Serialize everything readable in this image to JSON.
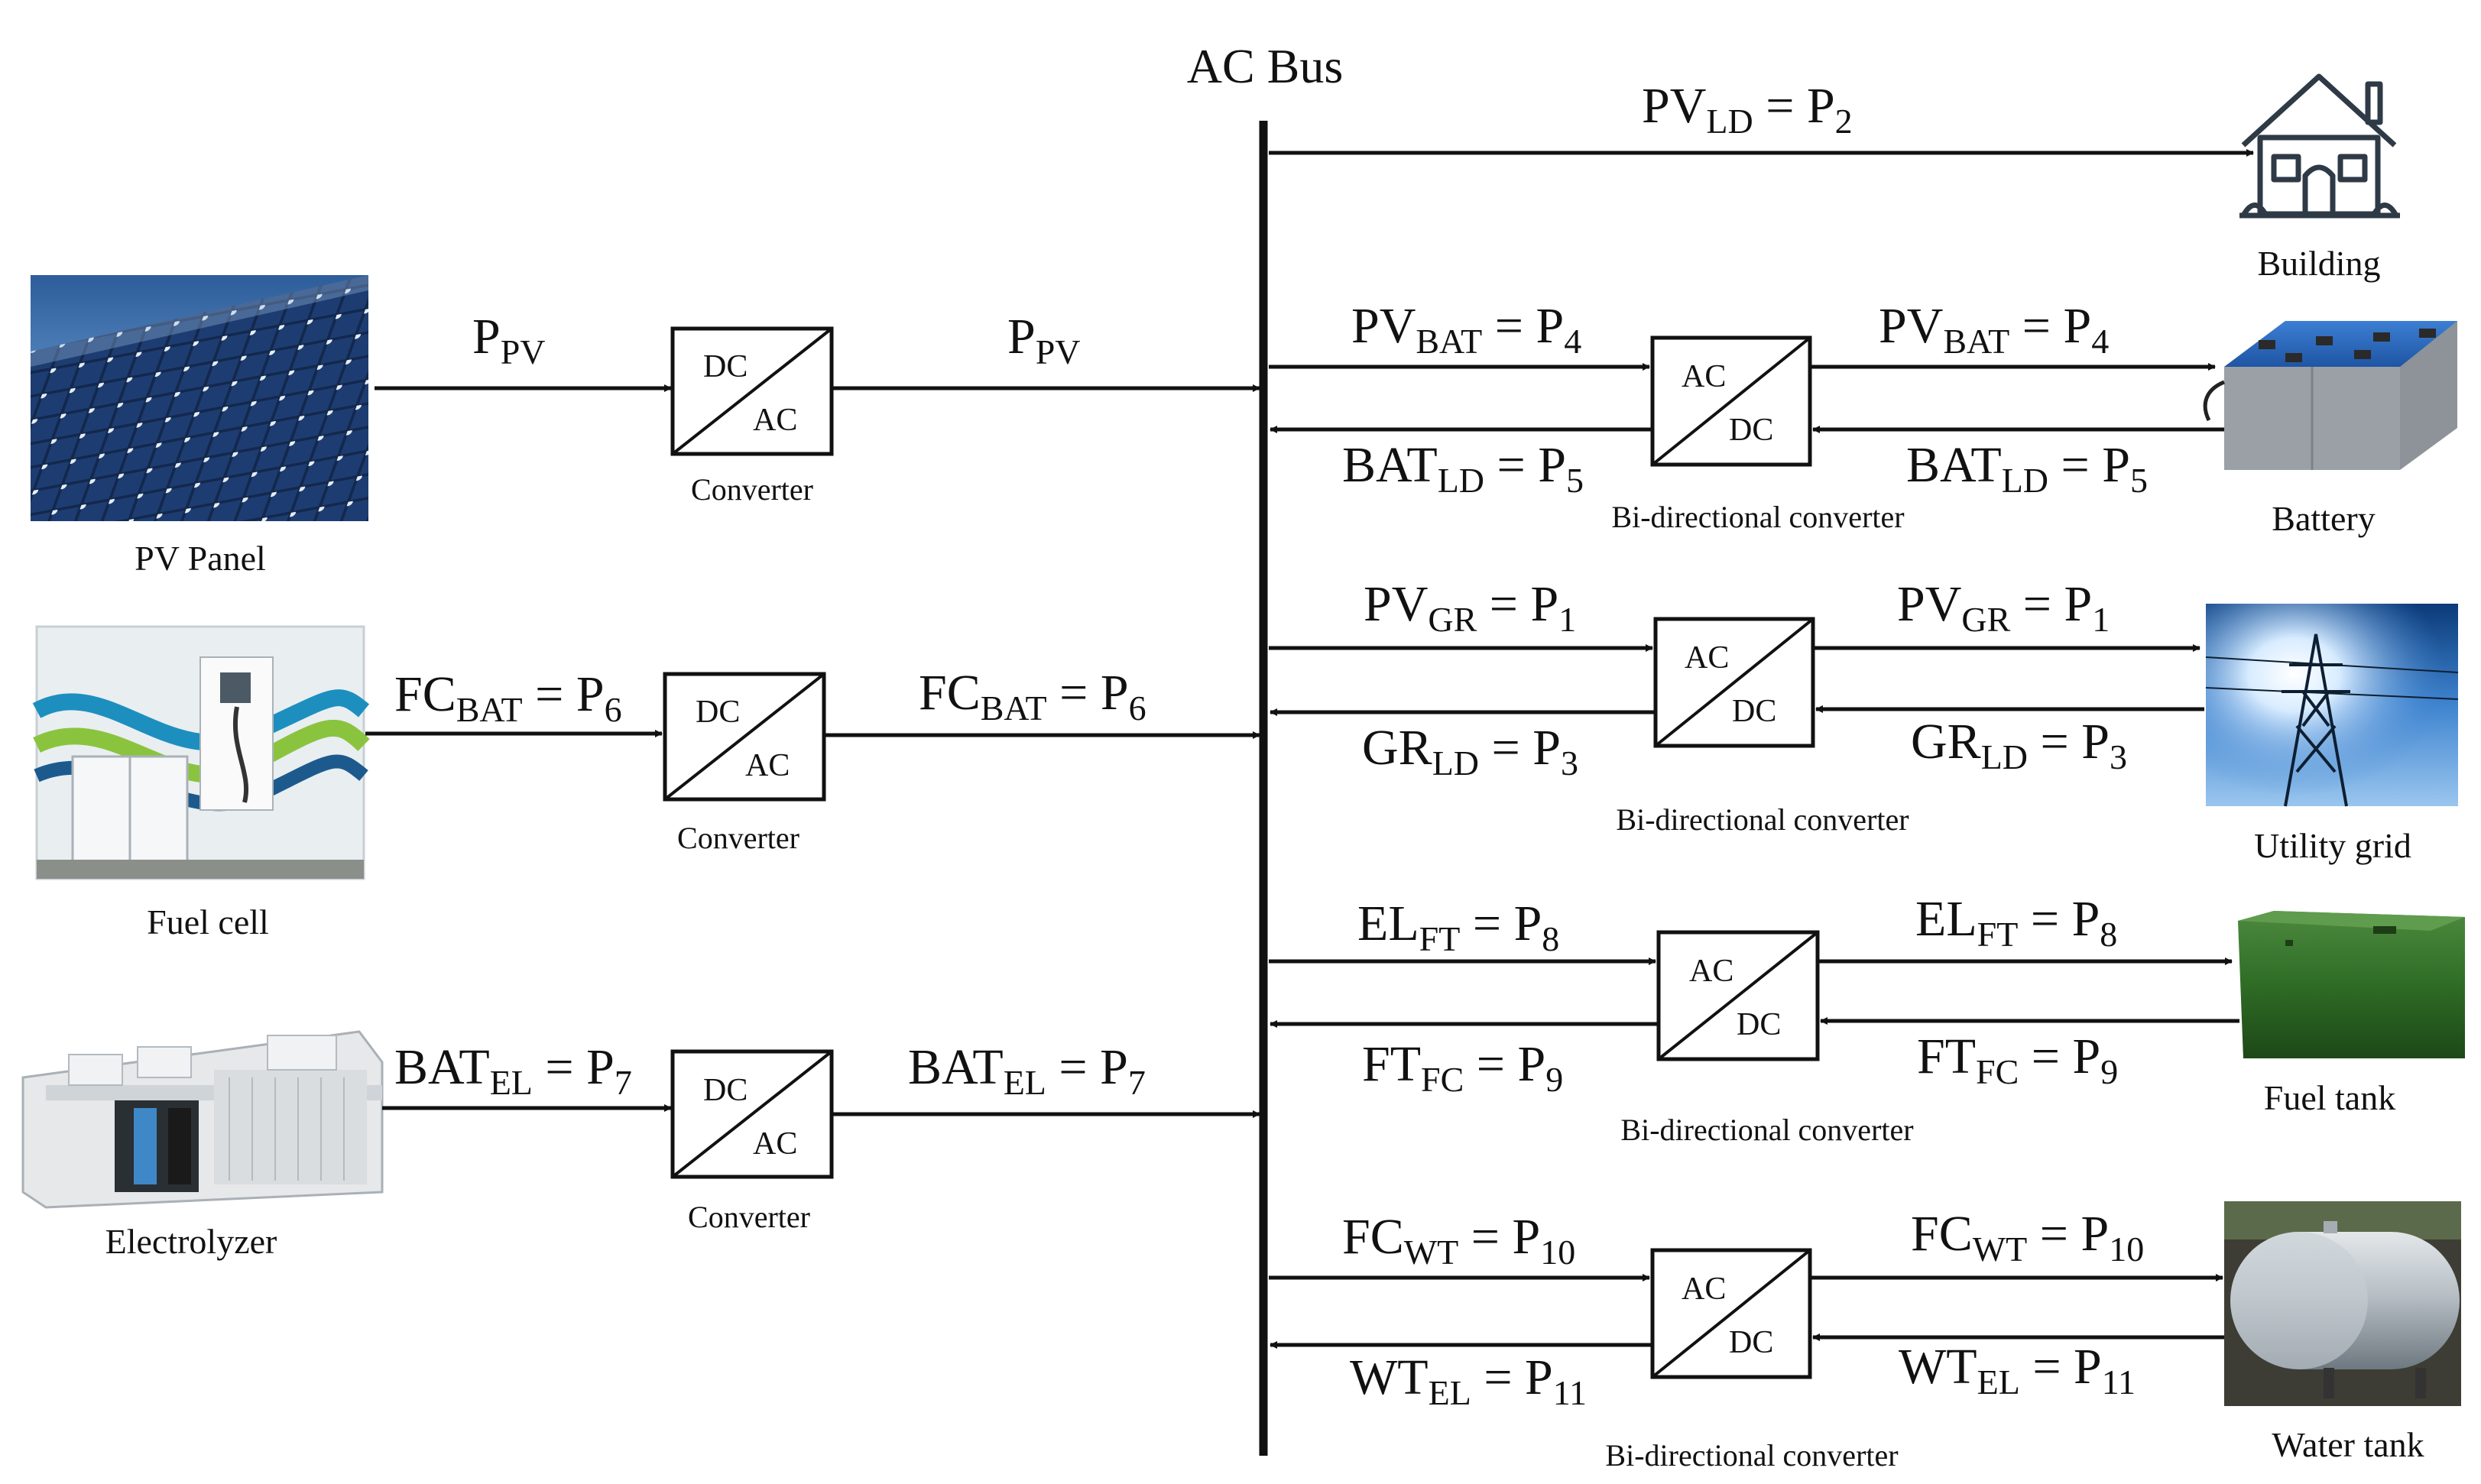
{
  "bus": {
    "label": "AC Bus"
  },
  "sources": {
    "pv": {
      "caption": "PV Panel",
      "in_label": {
        "base": "P",
        "sub": "PV",
        "rhs": ""
      },
      "out_label": {
        "base": "P",
        "sub": "PV",
        "rhs": ""
      },
      "converter": {
        "top": "DC",
        "bottom": "AC",
        "caption": "Converter"
      }
    },
    "fc": {
      "caption": "Fuel cell",
      "in_label": {
        "base": "FC",
        "sub": "BAT",
        "rhs": "P",
        "rhs_sub": "6"
      },
      "out_label": {
        "base": "FC",
        "sub": "BAT",
        "rhs": "P",
        "rhs_sub": "6"
      },
      "converter": {
        "top": "DC",
        "bottom": "AC",
        "caption": "Converter"
      }
    },
    "el": {
      "caption": "Electrolyzer",
      "in_label": {
        "base": "BAT",
        "sub": "EL",
        "rhs": "P",
        "rhs_sub": "7"
      },
      "out_label": {
        "base": "BAT",
        "sub": "EL",
        "rhs": "P",
        "rhs_sub": "7"
      },
      "converter": {
        "top": "DC",
        "bottom": "AC",
        "caption": "Converter"
      }
    }
  },
  "loads": {
    "building": {
      "caption": "Building",
      "label": {
        "base": "PV",
        "sub": "LD",
        "rhs": "P",
        "rhs_sub": "2"
      }
    },
    "battery": {
      "caption": "Battery",
      "fwd": {
        "base": "PV",
        "sub": "BAT",
        "rhs": "P",
        "rhs_sub": "4"
      },
      "rev": {
        "base": "BAT",
        "sub": "LD",
        "rhs": "P",
        "rhs_sub": "5"
      },
      "converter": {
        "top": "AC",
        "bottom": "DC",
        "caption": "Bi-directional converter"
      }
    },
    "grid": {
      "caption": "Utility grid",
      "fwd": {
        "base": "PV",
        "sub": "GR",
        "rhs": "P",
        "rhs_sub": "1"
      },
      "rev": {
        "base": "GR",
        "sub": "LD",
        "rhs": "P",
        "rhs_sub": "3"
      },
      "converter": {
        "top": "AC",
        "bottom": "DC",
        "caption": "Bi-directional converter"
      }
    },
    "fuel_tank": {
      "caption": "Fuel tank",
      "fwd": {
        "base": "EL",
        "sub": "FT",
        "rhs": "P",
        "rhs_sub": "8"
      },
      "rev": {
        "base": "FT",
        "sub": "FC",
        "rhs": "P",
        "rhs_sub": "9"
      },
      "converter": {
        "top": "AC",
        "bottom": "DC",
        "caption": "Bi-directional converter"
      }
    },
    "water_tank": {
      "caption": "Water tank",
      "fwd": {
        "base": "FC",
        "sub": "WT",
        "rhs": "P",
        "rhs_sub": "10"
      },
      "rev": {
        "base": "WT",
        "sub": "EL",
        "rhs": "P",
        "rhs_sub": "11"
      },
      "converter": {
        "top": "AC",
        "bottom": "DC",
        "caption": "Bi-directional converter"
      }
    }
  },
  "eq_sign": "="
}
